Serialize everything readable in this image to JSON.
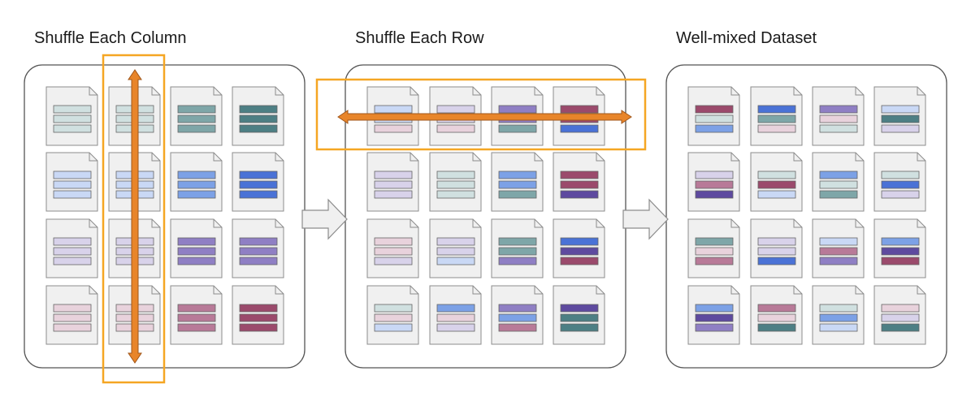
{
  "panels": [
    {
      "title": "Shuffle Each Column",
      "highlight": "column",
      "grid": [
        [
          [
            "t1",
            "t1",
            "t1"
          ],
          [
            "t1",
            "t1",
            "t1"
          ],
          [
            "t2",
            "t2",
            "t2"
          ],
          [
            "t3",
            "t3",
            "t3"
          ]
        ],
        [
          [
            "b1",
            "b1",
            "b1"
          ],
          [
            "b1",
            "b1",
            "b1"
          ],
          [
            "b2",
            "b2",
            "b2"
          ],
          [
            "b3",
            "b3",
            "b3"
          ]
        ],
        [
          [
            "p1",
            "p1",
            "p1"
          ],
          [
            "p1",
            "p1",
            "p1"
          ],
          [
            "p2",
            "p2",
            "p2"
          ],
          [
            "p2",
            "p2",
            "p2"
          ]
        ],
        [
          [
            "r1",
            "r1",
            "r1"
          ],
          [
            "r1",
            "r1",
            "r1"
          ],
          [
            "r2",
            "r2",
            "r2"
          ],
          [
            "r3",
            "r3",
            "r3"
          ]
        ]
      ]
    },
    {
      "title": "Shuffle Each Row",
      "highlight": "row",
      "grid": [
        [
          [
            "b1",
            "b1",
            "r1"
          ],
          [
            "p1",
            "p1",
            "r1"
          ],
          [
            "p2",
            "p2",
            "t2"
          ],
          [
            "r3",
            "r3",
            "b3"
          ]
        ],
        [
          [
            "p1",
            "p1",
            "p1"
          ],
          [
            "t1",
            "t1",
            "t1"
          ],
          [
            "b2",
            "b2",
            "t2"
          ],
          [
            "r3",
            "r3",
            "p3"
          ]
        ],
        [
          [
            "r1",
            "r1",
            "p1"
          ],
          [
            "p1",
            "p1",
            "b1"
          ],
          [
            "t2",
            "t2",
            "p2"
          ],
          [
            "b3",
            "p3",
            "r3"
          ]
        ],
        [
          [
            "t1",
            "r1",
            "b1"
          ],
          [
            "b2",
            "r1",
            "p1"
          ],
          [
            "p2",
            "b2",
            "r2"
          ],
          [
            "p3",
            "t3",
            "t3"
          ]
        ]
      ]
    },
    {
      "title": "Well-mixed Dataset",
      "highlight": "none",
      "grid": [
        [
          [
            "r3",
            "t1",
            "b2"
          ],
          [
            "b3",
            "t2",
            "r1"
          ],
          [
            "p2",
            "r1",
            "t1"
          ],
          [
            "b1",
            "t3",
            "p1"
          ]
        ],
        [
          [
            "p1",
            "r2",
            "p3"
          ],
          [
            "t1",
            "r3",
            "b1"
          ],
          [
            "b2",
            "t1",
            "t2"
          ],
          [
            "t1",
            "b3",
            "p1"
          ]
        ],
        [
          [
            "t2",
            "r1",
            "r2"
          ],
          [
            "p1",
            "p1",
            "b3"
          ],
          [
            "b1",
            "r2",
            "p2"
          ],
          [
            "b2",
            "p3",
            "r3"
          ]
        ],
        [
          [
            "b2",
            "p3",
            "p2"
          ],
          [
            "r2",
            "r1",
            "t3"
          ],
          [
            "t1",
            "b2",
            "b1"
          ],
          [
            "r1",
            "p1",
            "t3"
          ]
        ]
      ]
    }
  ],
  "colors": {
    "t1": "#d0e0e0",
    "t2": "#7ea6a8",
    "t3": "#4d7f84",
    "b1": "#c9d8f5",
    "b2": "#7ca1e6",
    "b3": "#4a72d6",
    "p1": "#d8d2ea",
    "p2": "#8f7fc4",
    "p3": "#5e4a9f",
    "r1": "#e8d2dc",
    "r2": "#b87a98",
    "r3": "#9b4a6c",
    "highlight_stroke": "#f5a623",
    "arrow_fill": "#e8852a",
    "arrow_stroke": "#a0561a",
    "doc_fill": "#f0f0f0",
    "doc_stroke": "#8c8c8c",
    "panel_stroke": "#555555",
    "flow_arrow_fill": "#f0f0f0",
    "flow_arrow_stroke": "#8c8c8c"
  }
}
